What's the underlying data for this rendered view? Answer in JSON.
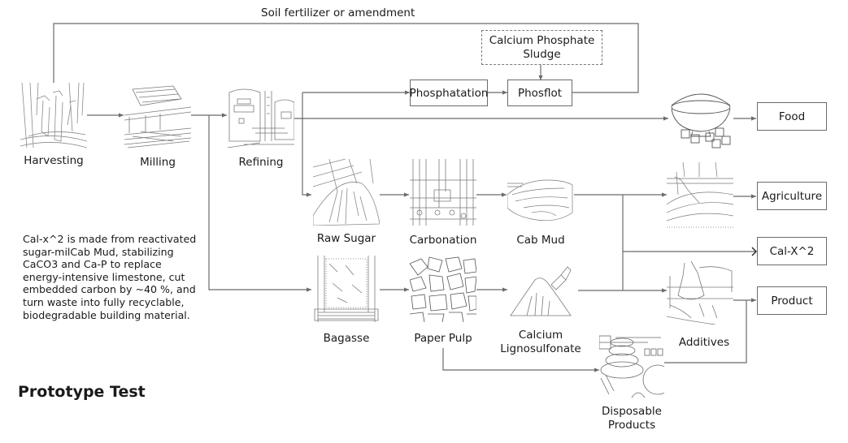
{
  "diagram": {
    "top_loop_label": "Soil fertilizer or amendment",
    "stages": {
      "harvesting": "Harvesting",
      "milling": "Milling",
      "refining": "Refining",
      "raw_sugar": "Raw Sugar",
      "carbonation": "Carbonation",
      "cab_mud": "Cab Mud",
      "bagasse": "Bagasse",
      "paper_pulp": "Paper Pulp",
      "calcium_lignosulfonate_line1": "Calcium",
      "calcium_lignosulfonate_line2": "Lignosulfonate",
      "additives": "Additives",
      "disposable_line1": "Disposable",
      "disposable_line2": "Products"
    },
    "process_boxes": {
      "phosphatation": "Phosphatation",
      "phosflot": "Phosflot",
      "sludge_line1": "Calcium Phosphate",
      "sludge_line2": "Sludge"
    },
    "outputs": {
      "food": "Food",
      "agriculture": "Agriculture",
      "calx2": "Cal-X^2",
      "product": "Product"
    },
    "illustrations": [
      {
        "id": "harvesting",
        "icon": "harvest-workers-illustration"
      },
      {
        "id": "milling",
        "icon": "sugarcane-mill-illustration"
      },
      {
        "id": "refining",
        "icon": "refinery-tanks-illustration"
      },
      {
        "id": "raw_sugar",
        "icon": "sugar-pile-illustration"
      },
      {
        "id": "carbonation",
        "icon": "carbonation-plant-illustration"
      },
      {
        "id": "cab_mud",
        "icon": "mud-heap-illustration"
      },
      {
        "id": "bagasse",
        "icon": "bagasse-press-illustration"
      },
      {
        "id": "paper_pulp",
        "icon": "pulp-texture-illustration"
      },
      {
        "id": "lignosulfonate",
        "icon": "powder-scoop-illustration"
      },
      {
        "id": "food",
        "icon": "sugar-bowl-illustration"
      },
      {
        "id": "agriculture",
        "icon": "field-spreading-illustration"
      },
      {
        "id": "additives",
        "icon": "additive-bag-illustration"
      },
      {
        "id": "disposable",
        "icon": "tableware-illustration"
      }
    ]
  },
  "description": {
    "lines": [
      "Cal-x^2 is made from reactivated",
      "sugar-milCab Mud, stabilizing",
      "CaCO3 and Ca-P to replace",
      "energy-intensive limestone, cut",
      "embedded carbon by ~40 %, and",
      "turn waste into fully recyclable,",
      "biodegradable building material."
    ]
  },
  "section_title": "Prototype Test",
  "colors": {
    "line": "#6b6b6b",
    "text": "#1a1a1a",
    "sketch": "#8a8a8a"
  }
}
